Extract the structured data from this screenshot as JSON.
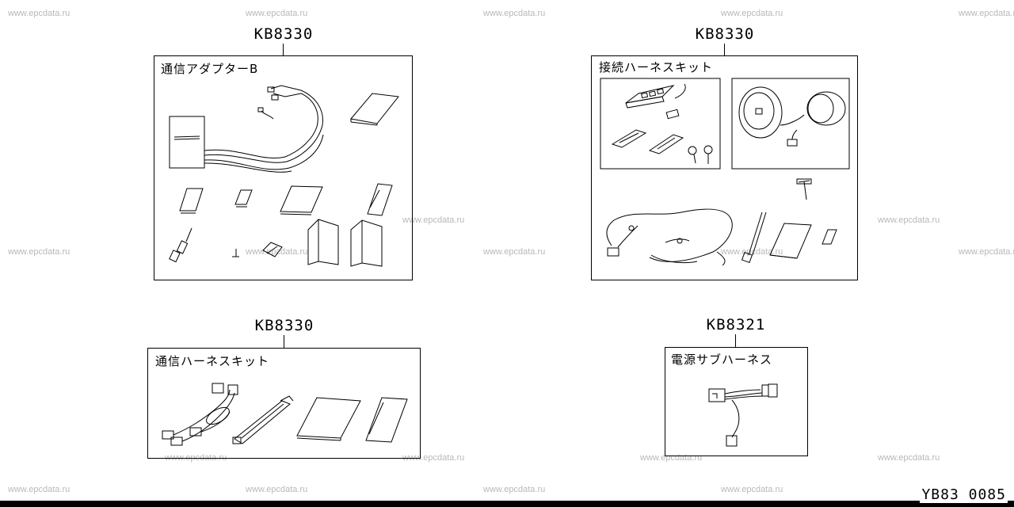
{
  "watermark_text": "www.epcdata.ru",
  "figure_code": "YB83 0085",
  "kits": [
    {
      "part_number": "KB8330",
      "title": "通信アダプターB"
    },
    {
      "part_number": "KB8330",
      "title": "接続ハーネスキット"
    },
    {
      "part_number": "KB8330",
      "title": "通信ハーネスキット"
    },
    {
      "part_number": "KB8321",
      "title": "電源サブハーネス"
    }
  ]
}
